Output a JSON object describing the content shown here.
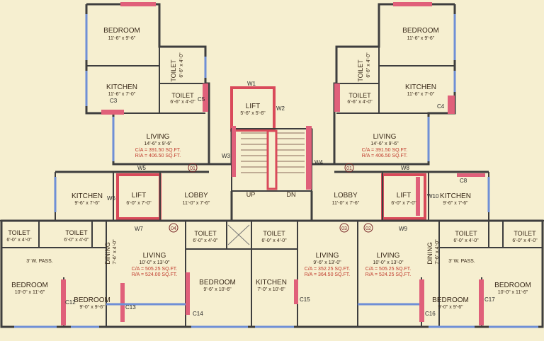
{
  "plan": {
    "rooms": {
      "bedroom_tl": {
        "name": "BEDROOM",
        "dim": "11'-6\" x 9'-6\""
      },
      "toilet_tl_small": {
        "name": "TOILET",
        "dim": "6'-6\" x 4'-0\""
      },
      "kitchen_tl": {
        "name": "KITCHEN",
        "dim": "11'-6\" x 7'-0\""
      },
      "toilet_tl": {
        "name": "TOILET",
        "dim": "6'-6\" x 4'-0\""
      },
      "living_tl": {
        "name": "LIVING",
        "dim": "14'-6\" x 9'-6\"",
        "ca": "C/A = 391.50 SQ.FT.",
        "ra": "R/A = 406.50 SQ.FT."
      },
      "bedroom_tr": {
        "name": "BEDROOM",
        "dim": "11'-6\" x 9'-6\""
      },
      "toilet_tr_small": {
        "name": "TOILET",
        "dim": "6'-6\" x 4'-0\""
      },
      "kitchen_tr": {
        "name": "KITCHEN",
        "dim": "11'-6\" x 7'-0\""
      },
      "toilet_tr": {
        "name": "TOILET",
        "dim": "6'-6\" x 4'-0\""
      },
      "living_tr": {
        "name": "LIVING",
        "dim": "14'-6\" x 9'-6\"",
        "ca": "C/A = 391.50 SQ.FT.",
        "ra": "R/A = 406.50 SQ.FT."
      },
      "lift_top": {
        "name": "LIFT",
        "dim": "5'-6\" x 5'-6\""
      },
      "lift_left": {
        "name": "LIFT",
        "dim": "6'-0\" x 7'-0\""
      },
      "lift_right": {
        "name": "LIFT",
        "dim": "6'-0\" x 7'-0\""
      },
      "lobby_left": {
        "name": "LOBBY",
        "dim": "11'-0\" x 7'-6\""
      },
      "lobby_right": {
        "name": "LOBBY",
        "dim": "11'-0\" x 7'-6\""
      },
      "kitchen_ml": {
        "name": "KITCHEN",
        "dim": "9'-6\" x 7'-6\""
      },
      "kitchen_mr": {
        "name": "KITCHEN",
        "dim": "9'-6\" x 7'-6\""
      },
      "toilet_bl1": {
        "name": "TOILET",
        "dim": "6'-0\" x 4'-0\""
      },
      "toilet_bl2": {
        "name": "TOILET",
        "dim": "6'-0\" x 4'-0\""
      },
      "toilet_br1": {
        "name": "TOILET",
        "dim": "6'-0\" x 4'-0\""
      },
      "toilet_br2": {
        "name": "TOILET",
        "dim": "6'-0\" x 4'-0\""
      },
      "toilet_c1": {
        "name": "TOILET",
        "dim": "6'-0\" x 4'-0\""
      },
      "toilet_c2": {
        "name": "TOILET",
        "dim": "6'-0\" x 4'-0\""
      },
      "pass_left": {
        "name": "3' W. PASS."
      },
      "pass_right": {
        "name": "3' W. PASS."
      },
      "dining_left": {
        "name": "DINING",
        "dim": "7'-6\" x 4'-0\""
      },
      "dining_right": {
        "name": "DINING",
        "dim": "7'-6\" x 4'-0\""
      },
      "living_bl": {
        "name": "LIVING",
        "dim": "10'-0\" x 13'-0\"",
        "ca": "C/A = 505.25 SQ.FT.",
        "ra": "R/A = 524.00 SQ.FT."
      },
      "living_bc": {
        "name": "LIVING",
        "dim": "9'-6\" x 13'-0\"",
        "ca": "C/A = 352.25 SQ.FT.",
        "ra": "R/A = 364.50 SQ.FT."
      },
      "living_br": {
        "name": "LIVING",
        "dim": "10'-0\" x 13'-0\"",
        "ca": "C/A = 505.25 SQ.FT.",
        "ra": "R/A = 524.25 SQ.FT."
      },
      "bedroom_bl1": {
        "name": "BEDROOM",
        "dim": "10'-0\" x 11'-6\""
      },
      "bedroom_bl2": {
        "name": "BEDROOM",
        "dim": "9'-0\" x 9'-6\""
      },
      "bedroom_bc": {
        "name": "BEDROOM",
        "dim": "9'-6\" x 10'-6\""
      },
      "kitchen_bc": {
        "name": "KITCHEN",
        "dim": "7'-0\" x 10'-6\""
      },
      "bedroom_br1": {
        "name": "BEDROOM",
        "dim": "9'-0\" x 9'-6\""
      },
      "bedroom_br2": {
        "name": "BEDROOM",
        "dim": "10'-0\" x 11'-6\""
      }
    },
    "stairs": {
      "up": "UP",
      "dn": "DN"
    },
    "tags": {
      "w1": "W1",
      "w2": "W2",
      "w3": "W3",
      "w4": "W4",
      "w5": "W5",
      "w6": "W6",
      "w7": "W7",
      "w8": "W8",
      "w9": "W9",
      "w10": "W10",
      "c3": "C3",
      "c4": "C4",
      "c5": "C5",
      "c8": "C8",
      "c12": "C12",
      "c13": "C13",
      "c14": "C14",
      "c15": "C15",
      "c16": "C16",
      "c17": "C17"
    },
    "flats": {
      "f01a": "01",
      "f01b": "01",
      "f04": "04",
      "f03": "03",
      "f02": "02"
    },
    "colors": {
      "wall": "#3e3e3e",
      "window": "#6f8fd6",
      "column": "#e0607a",
      "background": "#f6efd0"
    }
  }
}
